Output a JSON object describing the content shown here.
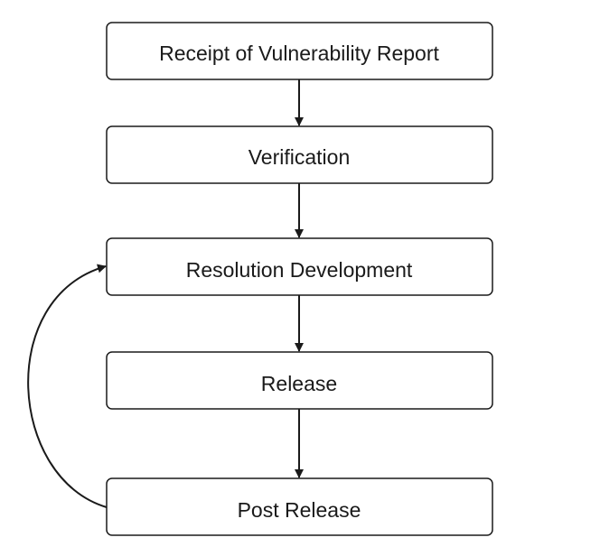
{
  "diagram": {
    "steps": [
      {
        "label": "Receipt of Vulnerability Report"
      },
      {
        "label": "Verification"
      },
      {
        "label": "Resolution Development"
      },
      {
        "label": "Release"
      },
      {
        "label": "Post Release"
      }
    ],
    "loop_from": "Post Release",
    "loop_to": "Resolution Development",
    "stroke_color": "#1a1a1a",
    "fill_color": "#ffffff"
  }
}
